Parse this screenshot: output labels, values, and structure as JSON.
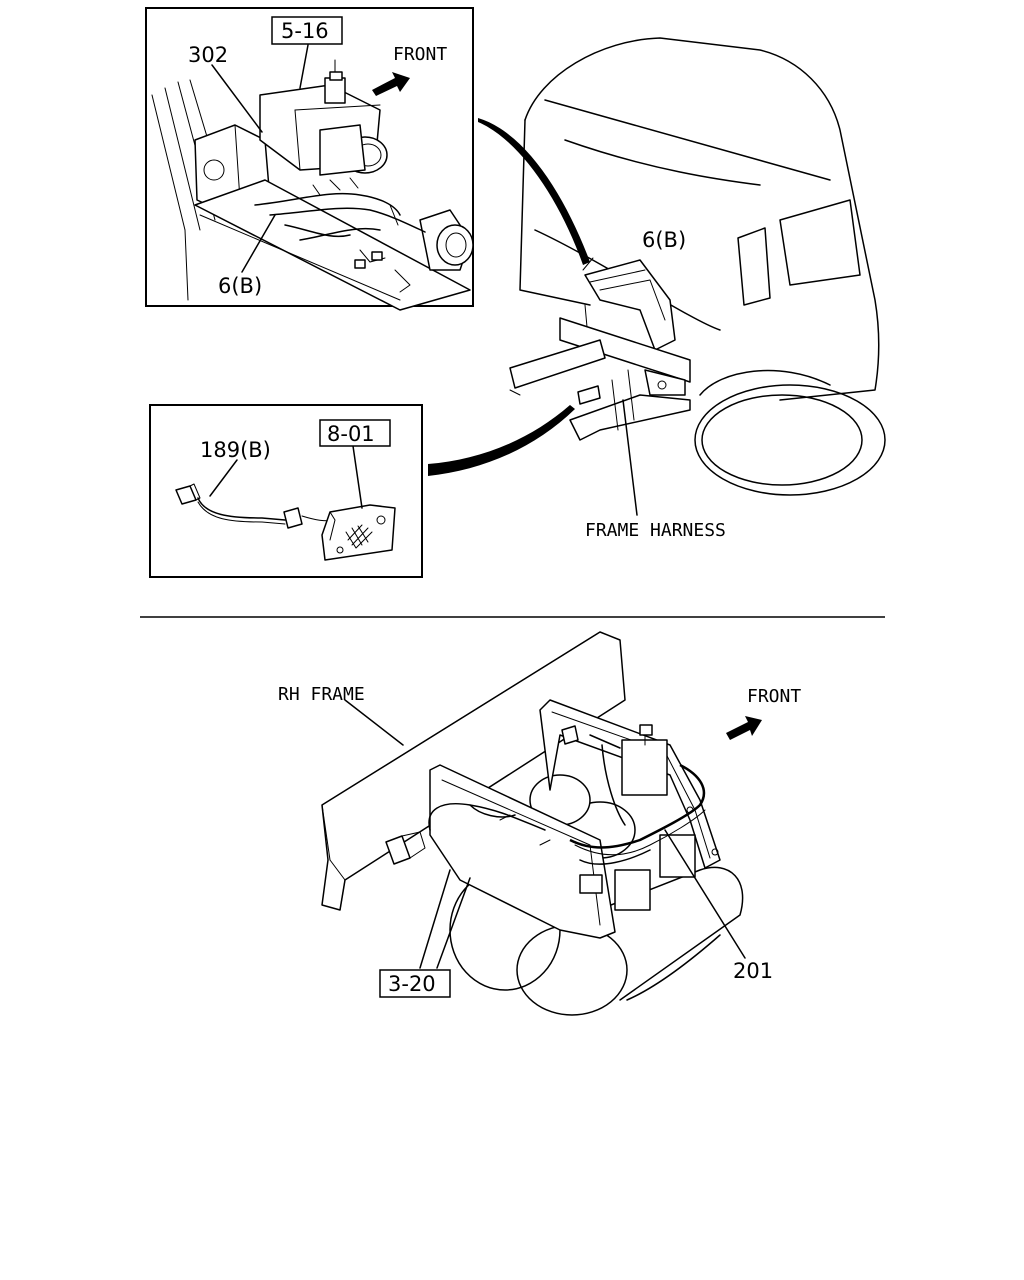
{
  "top_section": {
    "inset_upper": {
      "ref_box": "5-16",
      "part_302": "302",
      "front_label": "FRONT",
      "harness_6b": "6(B)"
    },
    "inset_lower": {
      "ref_box": "8-01",
      "part_189b": "189(B)"
    },
    "cab": {
      "harness_6b": "6(B)",
      "frame_harness": "FRAME HARNESS"
    }
  },
  "bottom_section": {
    "rh_frame": "RH FRAME",
    "front_label": "FRONT",
    "ref_box": "3-20",
    "part_201": "201"
  }
}
